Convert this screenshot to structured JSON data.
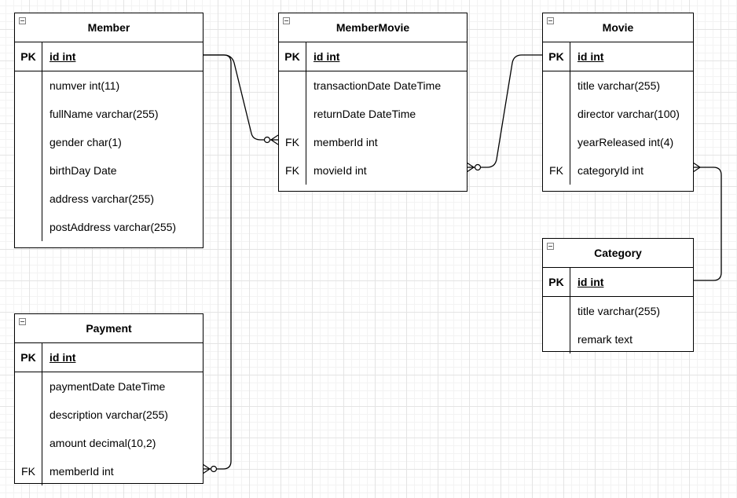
{
  "entities": [
    {
      "id": "member",
      "title": "Member",
      "pk": {
        "key": "PK",
        "name": "id int"
      },
      "fields": [
        {
          "key": "",
          "name": "numver int(11)"
        },
        {
          "key": "",
          "name": "fullName varchar(255)"
        },
        {
          "key": "",
          "name": "gender char(1)"
        },
        {
          "key": "",
          "name": "birthDay Date"
        },
        {
          "key": "",
          "name": "address varchar(255)"
        },
        {
          "key": "",
          "name": "postAddress varchar(255)"
        }
      ]
    },
    {
      "id": "membermovie",
      "title": "MemberMovie",
      "pk": {
        "key": "PK",
        "name": "id int"
      },
      "fields": [
        {
          "key": "",
          "name": "transactionDate DateTime"
        },
        {
          "key": "",
          "name": "returnDate DateTime"
        },
        {
          "key": "FK",
          "name": "memberId int"
        },
        {
          "key": "FK",
          "name": "movieId int"
        }
      ]
    },
    {
      "id": "movie",
      "title": "Movie",
      "pk": {
        "key": "PK",
        "name": "id int"
      },
      "fields": [
        {
          "key": "",
          "name": "title varchar(255)"
        },
        {
          "key": "",
          "name": "director varchar(100)"
        },
        {
          "key": "",
          "name": "yearReleased int(4)"
        },
        {
          "key": "FK",
          "name": "categoryId int"
        }
      ]
    },
    {
      "id": "category",
      "title": "Category",
      "pk": {
        "key": "PK",
        "name": "id int"
      },
      "fields": [
        {
          "key": "",
          "name": "title varchar(255)"
        },
        {
          "key": "",
          "name": "remark text"
        }
      ]
    },
    {
      "id": "payment",
      "title": "Payment",
      "pk": {
        "key": "PK",
        "name": "id int"
      },
      "fields": [
        {
          "key": "",
          "name": "paymentDate DateTime"
        },
        {
          "key": "",
          "name": "description varchar(255)"
        },
        {
          "key": "",
          "name": "amount decimal(10,2)"
        },
        {
          "key": "FK",
          "name": "memberId int"
        }
      ]
    }
  ]
}
